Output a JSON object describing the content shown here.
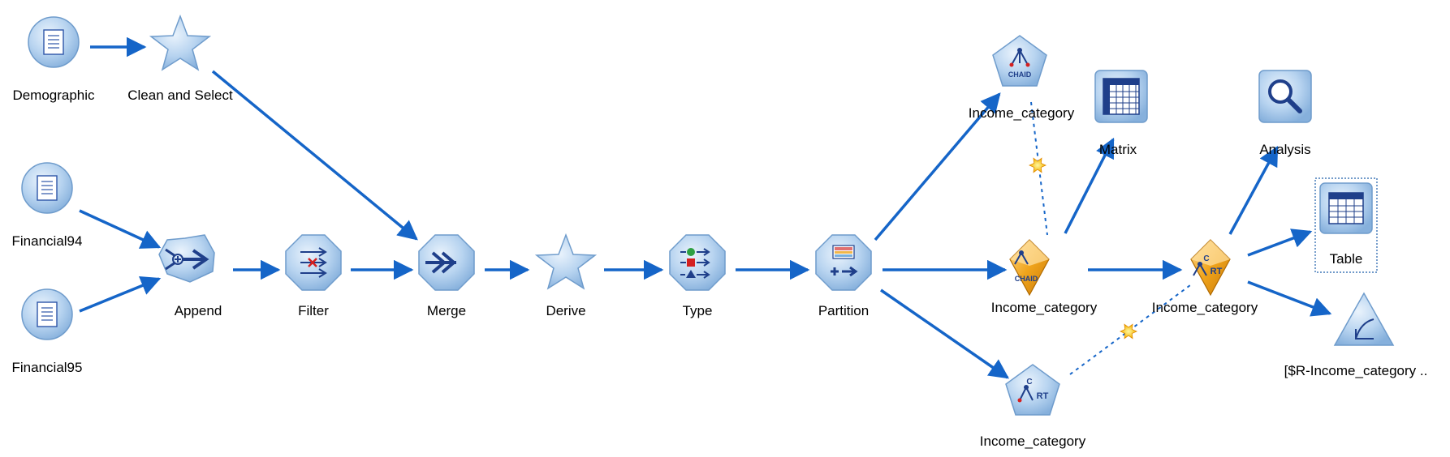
{
  "canvas": {
    "nodes": [
      {
        "id": "demographic",
        "label": "Demographic",
        "type": "source",
        "icon": "source-file-icon"
      },
      {
        "id": "clean",
        "label": "Clean and Select",
        "type": "supernode",
        "icon": "star-icon"
      },
      {
        "id": "fin94",
        "label": "Financial94",
        "type": "source",
        "icon": "source-file-icon"
      },
      {
        "id": "fin95",
        "label": "Financial95",
        "type": "source",
        "icon": "source-file-icon"
      },
      {
        "id": "append",
        "label": "Append",
        "type": "record-op",
        "icon": "append-icon"
      },
      {
        "id": "filter",
        "label": "Filter",
        "type": "field-op",
        "icon": "filter-icon"
      },
      {
        "id": "merge",
        "label": "Merge",
        "type": "record-op",
        "icon": "merge-icon"
      },
      {
        "id": "derive",
        "label": "Derive",
        "type": "supernode",
        "icon": "star-icon"
      },
      {
        "id": "type",
        "label": "Type",
        "type": "field-op",
        "icon": "type-icon"
      },
      {
        "id": "partition",
        "label": "Partition",
        "type": "field-op",
        "icon": "partition-icon"
      },
      {
        "id": "chaid_build",
        "label": "Income_category",
        "type": "modeling",
        "icon": "chaid-icon"
      },
      {
        "id": "chaid_nugget",
        "label": "Income_category",
        "type": "model-nugget",
        "icon": "chaid-nugget-icon"
      },
      {
        "id": "crt_build",
        "label": "Income_category",
        "type": "modeling",
        "icon": "crt-icon"
      },
      {
        "id": "crt_nugget",
        "label": "Income_category",
        "type": "model-nugget",
        "icon": "crt-nugget-icon"
      },
      {
        "id": "matrix",
        "label": "Matrix",
        "type": "output",
        "icon": "matrix-icon"
      },
      {
        "id": "analysis",
        "label": "Analysis",
        "type": "output",
        "icon": "analysis-magnifier-icon"
      },
      {
        "id": "table",
        "label": "Table",
        "type": "output",
        "icon": "table-icon"
      },
      {
        "id": "eval",
        "label": "[$R-Income_category ..",
        "type": "graph",
        "icon": "evaluation-graph-icon"
      }
    ],
    "links": [
      [
        "demographic",
        "clean"
      ],
      [
        "clean",
        "merge"
      ],
      [
        "fin94",
        "append"
      ],
      [
        "fin95",
        "append"
      ],
      [
        "append",
        "filter"
      ],
      [
        "filter",
        "merge"
      ],
      [
        "merge",
        "derive"
      ],
      [
        "derive",
        "type"
      ],
      [
        "type",
        "partition"
      ],
      [
        "partition",
        "chaid_build"
      ],
      [
        "partition",
        "chaid_nugget"
      ],
      [
        "partition",
        "crt_build"
      ],
      [
        "chaid_nugget",
        "crt_nugget"
      ],
      [
        "chaid_nugget",
        "matrix"
      ],
      [
        "crt_nugget",
        "analysis"
      ],
      [
        "crt_nugget",
        "table"
      ],
      [
        "crt_nugget",
        "eval"
      ]
    ],
    "model_links": [
      [
        "chaid_build",
        "chaid_nugget"
      ],
      [
        "crt_build",
        "crt_nugget"
      ]
    ],
    "selected": "table",
    "colors": {
      "link": "#1565c8",
      "node_fill": "#a9c9ec",
      "node_stroke": "#6f9ccc",
      "nugget": "#f0a41c",
      "icon": "#1f3f8a"
    }
  }
}
